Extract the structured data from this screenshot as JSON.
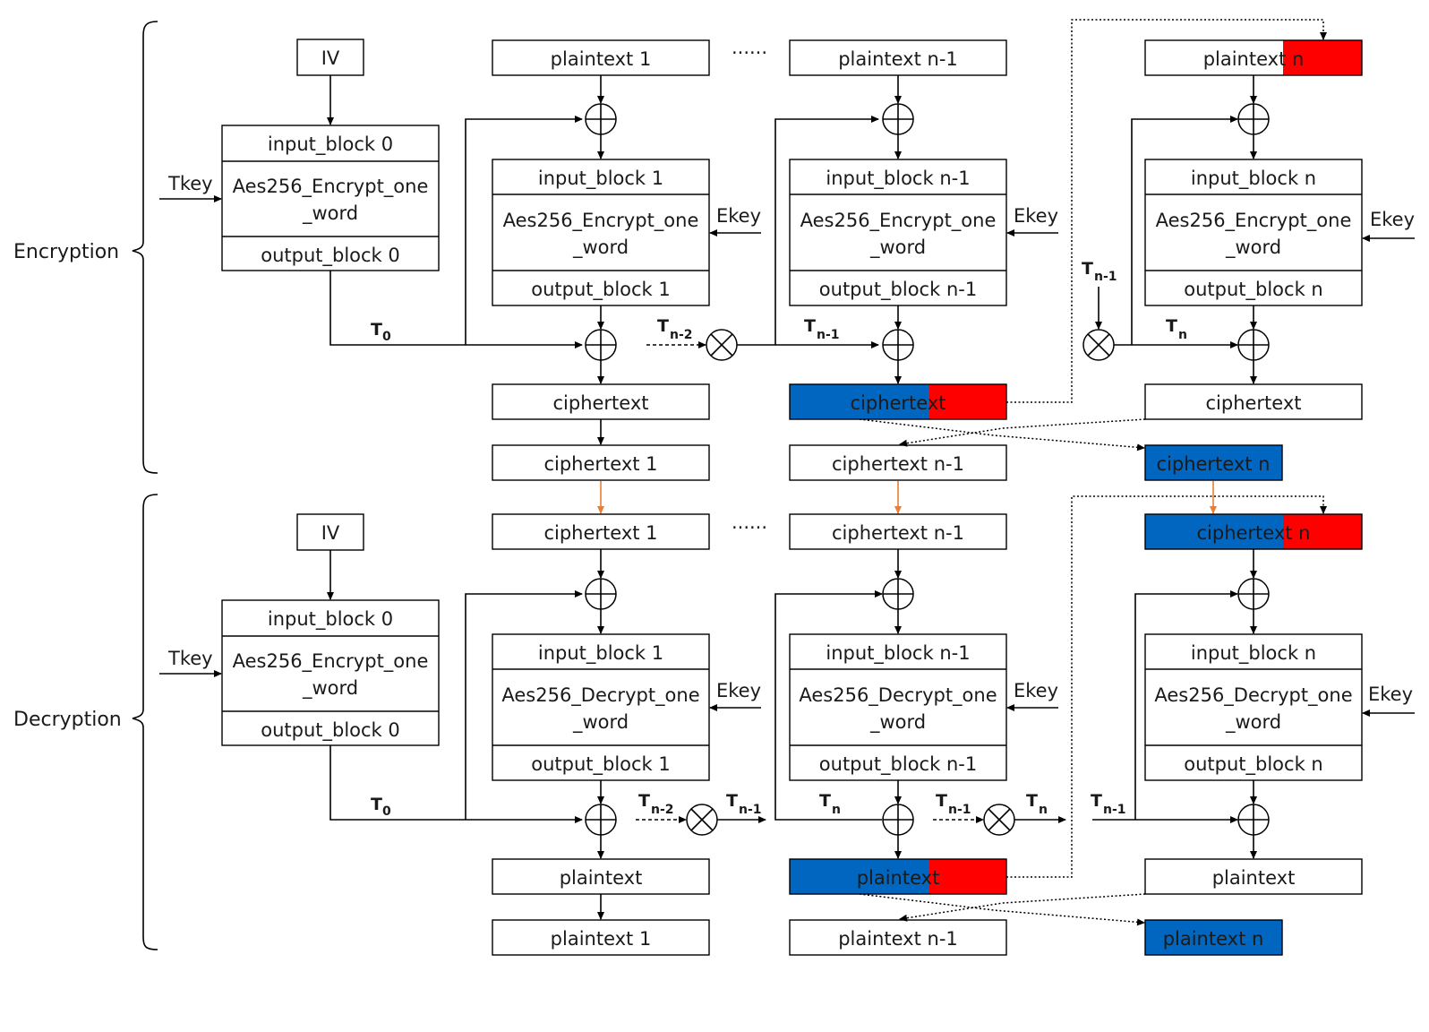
{
  "sections": {
    "encryption": "Encryption",
    "decryption": "Decryption"
  },
  "encryption": {
    "iv": "IV",
    "tkey": "Tkey",
    "ekey": "Ekey",
    "dots": "······",
    "block0": {
      "input": "input_block 0",
      "fn1": "Aes256_Encrypt_one",
      "fn2": "_word",
      "output": "output_block 0"
    },
    "block1": {
      "plain": "plaintext 1",
      "input": "input_block 1",
      "fn1": "Aes256_Encrypt_one",
      "fn2": "_word",
      "output": "output_block 1",
      "cipher": "ciphertext",
      "final": "ciphertext 1"
    },
    "blockn1": {
      "plain": "plaintext n-1",
      "input": "input_block n-1",
      "fn1": "Aes256_Encrypt_one",
      "fn2": "_word",
      "output": "output_block n-1",
      "cipher": "ciphertext",
      "final": "ciphertext n-1"
    },
    "blockn": {
      "plain": "plaintext n",
      "input": "input_block n",
      "fn1": "Aes256_Encrypt_one",
      "fn2": "_word",
      "output": "output_block n",
      "cipher": "ciphertext",
      "final": "ciphertext n"
    },
    "tweaks": {
      "t0_main": "T",
      "t0_sub": "0",
      "tn2_main": "T",
      "tn2_sub": "n-2",
      "tn1_main": "T",
      "tn1_sub": "n-1",
      "tn1b_main": "T",
      "tn1b_sub": "n-1",
      "tn_main": "T",
      "tn_sub": "n"
    }
  },
  "decryption": {
    "iv": "IV",
    "tkey": "Tkey",
    "ekey": "Ekey",
    "dots": "······",
    "block0": {
      "input": "input_block 0",
      "fn1": "Aes256_Encrypt_one",
      "fn2": "_word",
      "output": "output_block 0"
    },
    "block1": {
      "cipher_in": "ciphertext 1",
      "input": "input_block 1",
      "fn1": "Aes256_Decrypt_one",
      "fn2": "_word",
      "output": "output_block 1",
      "plain": "plaintext",
      "final": "plaintext 1"
    },
    "blockn1": {
      "cipher_in": "ciphertext n-1",
      "input": "input_block n-1",
      "fn1": "Aes256_Decrypt_one",
      "fn2": "_word",
      "output": "output_block n-1",
      "plain": "plaintext",
      "final": "plaintext n-1"
    },
    "blockn": {
      "cipher_in": "ciphertext n",
      "input": "input_block n",
      "fn1": "Aes256_Decrypt_one",
      "fn2": "_word",
      "output": "output_block n",
      "plain": "plaintext",
      "final": "plaintext n"
    },
    "tweaks": {
      "t0_main": "T",
      "t0_sub": "0",
      "tn2_main": "T",
      "tn2_sub": "n-2",
      "tn1_main": "T",
      "tn1_sub": "n-1",
      "tn_main": "T",
      "tn_sub": "n",
      "tn1b_main": "T",
      "tn1b_sub": "n-1",
      "tnb_main": "T",
      "tnb_sub": "n",
      "tn1c_main": "T",
      "tn1c_sub": "n-1"
    }
  },
  "colors": {
    "blue": "#0066c0",
    "red": "#ff0000",
    "orange": "#ed7d31"
  }
}
